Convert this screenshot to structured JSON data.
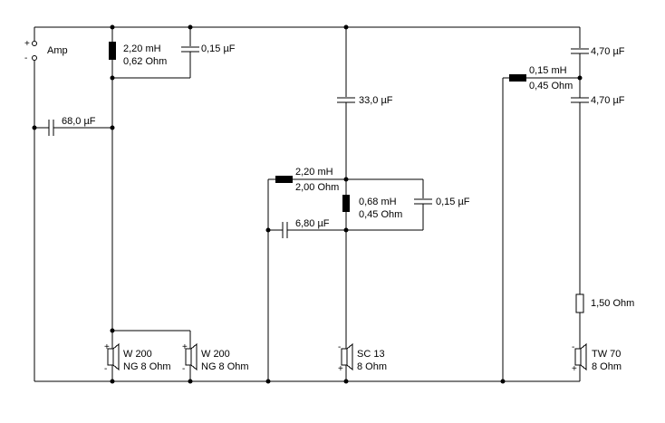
{
  "amp": {
    "label": "Amp",
    "plus": "+",
    "minus": "-"
  },
  "woofer_branch": {
    "l1_inductance": "2,20 mH",
    "l1_resistance": "0,62 Ohm",
    "c1": "0,15 µF",
    "c_shunt": "68,0 µF"
  },
  "mid_branch": {
    "c_series": "33,0 µF",
    "l_series_inductance": "2,20 mH",
    "l_series_resistance": "2,00 Ohm",
    "l_shunt_inductance": "0,68 mH",
    "l_shunt_resistance": "0,45 Ohm",
    "c_parallel": "0,15 µF",
    "c_shunt": "6,80 µF"
  },
  "tweeter_branch": {
    "c1": "4,70 µF",
    "c2": "4,70 µF",
    "l_shunt_inductance": "0,15 mH",
    "l_shunt_resistance": "0,45 Ohm",
    "r_series": "1,50 Ohm"
  },
  "speakers": {
    "w1": {
      "name": "W 200",
      "spec": "NG 8 Ohm"
    },
    "w2": {
      "name": "W 200",
      "spec": "NG 8 Ohm"
    },
    "mid": {
      "name": "SC 13",
      "spec": "8 Ohm"
    },
    "tw": {
      "name": "TW 70",
      "spec": "8 Ohm"
    }
  },
  "polarity": {
    "plus": "+",
    "minus": "-"
  }
}
